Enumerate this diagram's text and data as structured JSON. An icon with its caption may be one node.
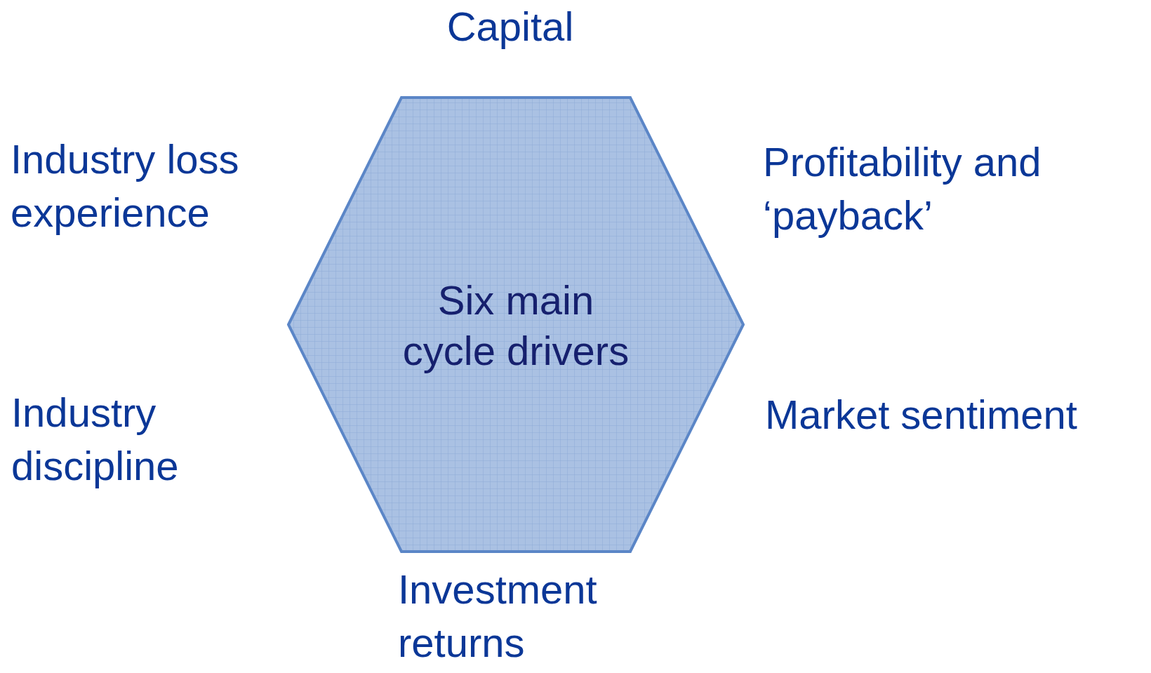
{
  "diagram": {
    "nodes": [
      {
        "text": [
          "Six main cycle drivers"
        ]
      }
    ],
    "labels": [
      "Capital",
      "Industry loss experience",
      "Profitability and ‘payback’",
      "Industry discipline",
      "Market sentiment",
      "Investment returns"
    ]
  }
}
